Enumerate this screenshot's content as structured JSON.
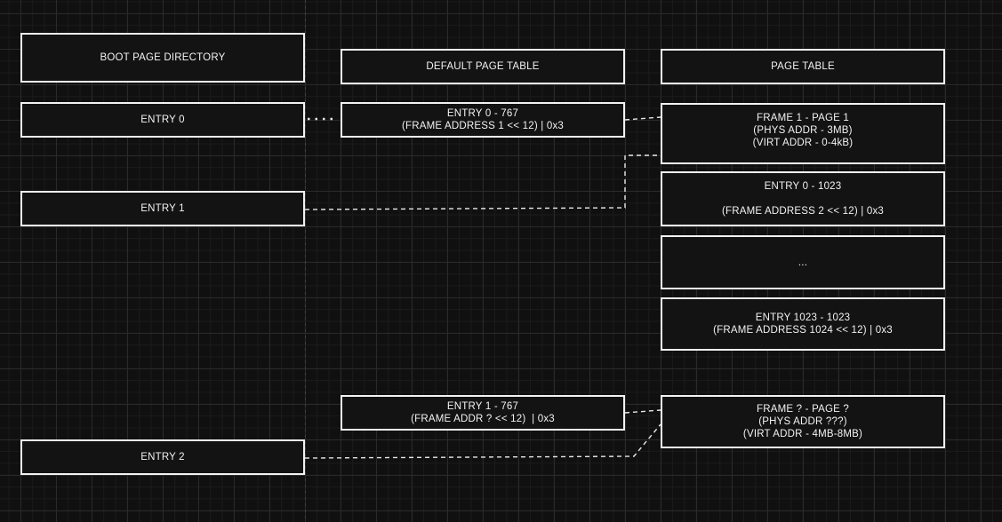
{
  "canvas": {
    "background": "#101010",
    "grid_minor_color": "#1b1b1b",
    "grid_major_color": "#2a2a2a",
    "box_fill": "#131313",
    "box_border_color": "#f2f2f2",
    "text_color": "#f2f2f2",
    "connector_color": "#e8e8e8",
    "guide_line_color": "#3f3f3f"
  },
  "nodes": {
    "boot_page_directory": {
      "title": "BOOT PAGE DIRECTORY"
    },
    "entry0": {
      "label": "ENTRY 0"
    },
    "entry1": {
      "label": "ENTRY 1"
    },
    "entry2": {
      "label": "ENTRY 2"
    },
    "default_page_table": {
      "title": "DEFAULT PAGE TABLE"
    },
    "dpt_entry0": {
      "line1": "ENTRY 0 - 767",
      "line2": "(FRAME ADDRESS 1 << 12) | 0x3"
    },
    "dpt_entry1": {
      "line1": "ENTRY 1 - 767",
      "line2": "(FRAME ADDR ? << 12)  | 0x3"
    },
    "page_table": {
      "title": "PAGE TABLE"
    },
    "frame1": {
      "line1": "FRAME 1 - PAGE 1",
      "line2": "(PHYS ADDR - 3MB)",
      "line3": "(VIRT ADDR - 0-4kB)"
    },
    "pt_entry0": {
      "line1": "ENTRY 0 - 1023",
      "line2": "(FRAME ADDRESS 2 << 12) | 0x3"
    },
    "ellipsis": {
      "label": "..."
    },
    "pt_entry1023": {
      "line1": "ENTRY 1023 - 1023",
      "line2": "(FRAME ADDRESS 1024 << 12) | 0x3"
    },
    "frame_unknown": {
      "line1": "FRAME ? - PAGE ?",
      "line2": "(PHYS ADDR ???)",
      "line3": "(VIRT ADDR - 4MB-8MB)"
    }
  }
}
